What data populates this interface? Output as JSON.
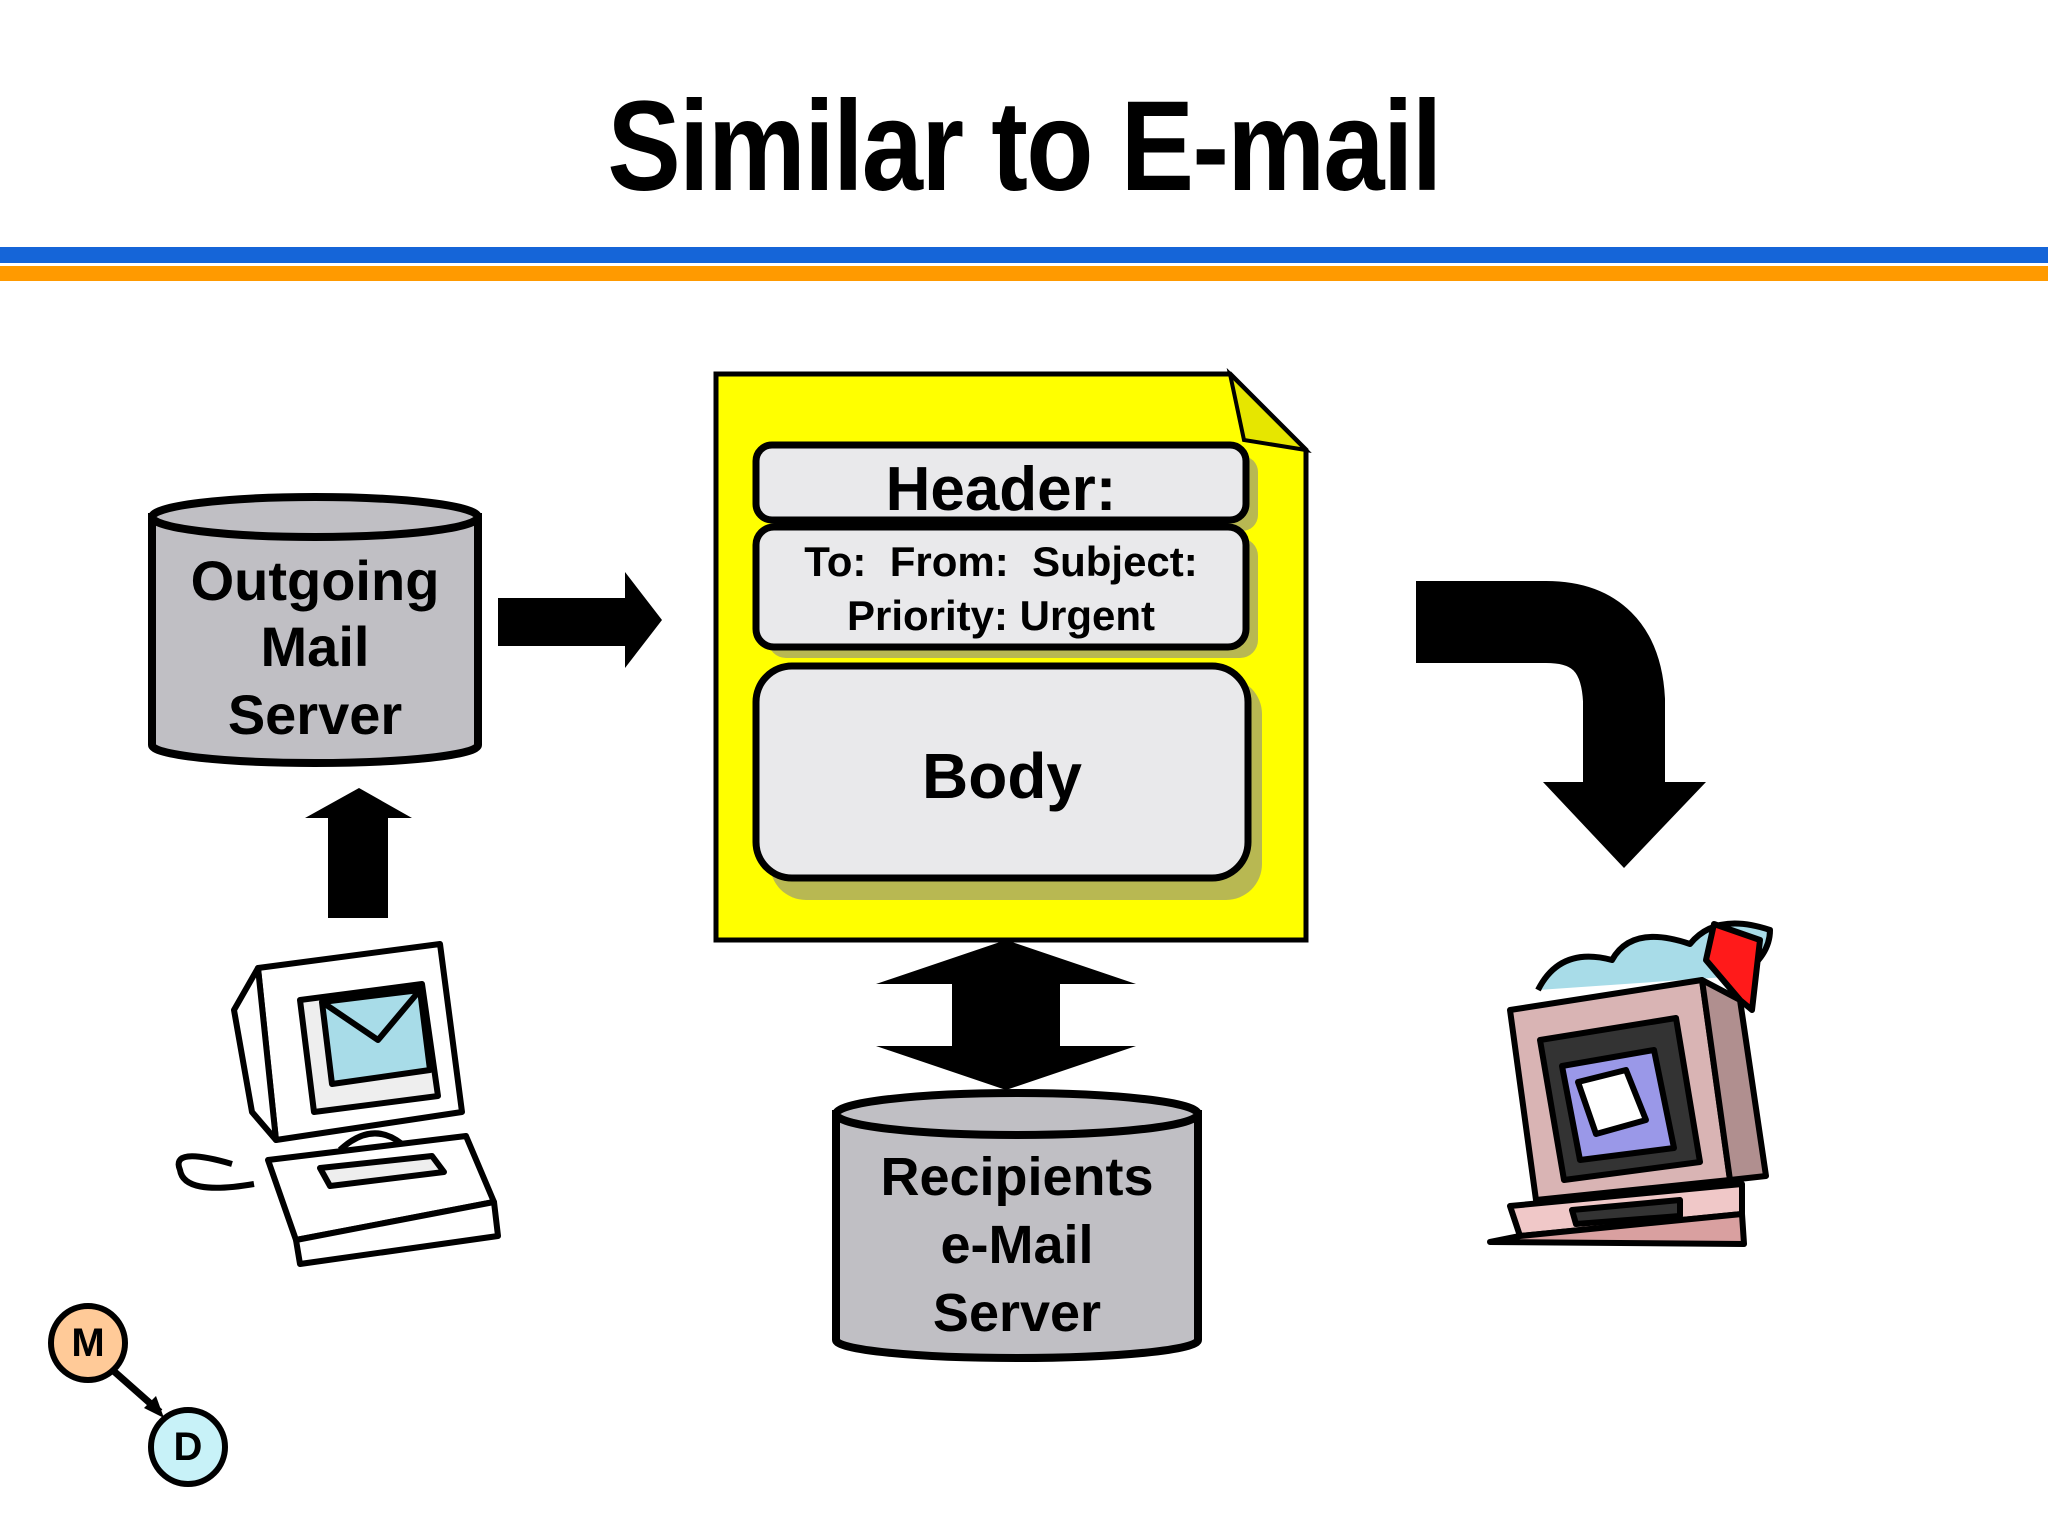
{
  "slide": {
    "title": "Similar to E-mail"
  },
  "diagram": {
    "outgoing_server": {
      "line1": "Outgoing",
      "line2": "Mail",
      "line3": "Server"
    },
    "message": {
      "header_title": "Header:",
      "header_fields_line1": "To:  From:  Subject:",
      "header_fields_line2": "Priority: Urgent",
      "body_label": "Body"
    },
    "recipient_server": {
      "line1": "Recipients",
      "line2": "e-Mail",
      "line3": "Server"
    }
  },
  "logo": {
    "node1": "M",
    "node2": "D"
  },
  "icons": {
    "sender": "computer-with-envelope-icon",
    "recipient": "computer-with-mailbox-flag-icon"
  },
  "colors": {
    "rule_blue": "#1565d8",
    "rule_orange": "#ff9a00",
    "document_yellow": "#ffff00",
    "cylinder_gray": "#c0bfc4",
    "box_gray": "#e9e9eb"
  }
}
